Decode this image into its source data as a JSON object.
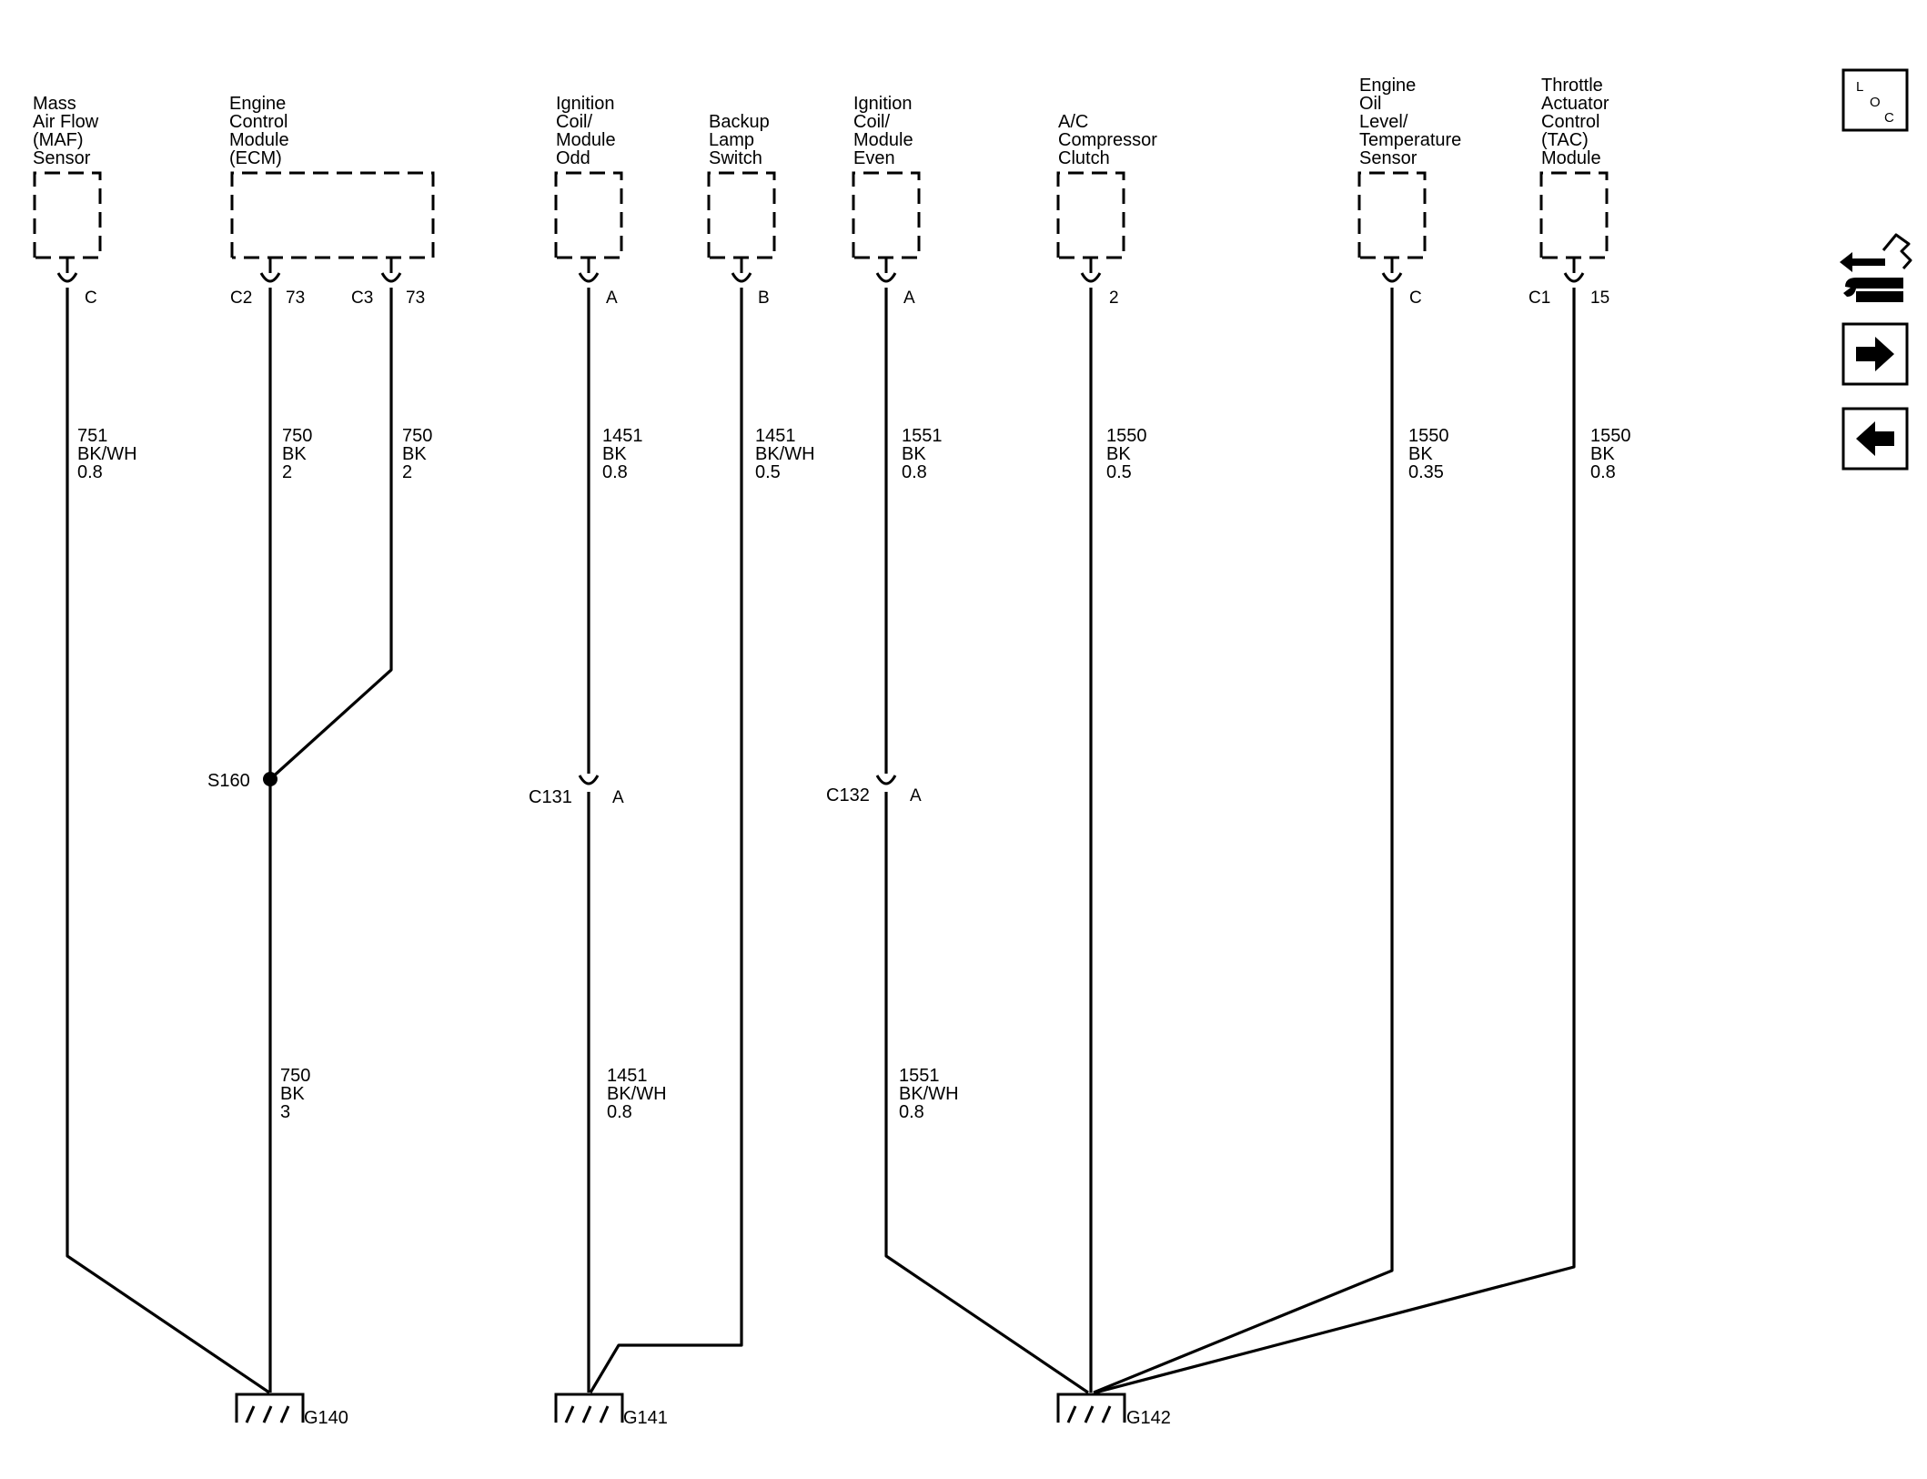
{
  "components": [
    {
      "id": "maf",
      "lines": [
        "Mass",
        "Air Flow",
        "(MAF)",
        "Sensor"
      ]
    },
    {
      "id": "ecm",
      "lines": [
        "Engine",
        "Control",
        "Module",
        "(ECM)"
      ]
    },
    {
      "id": "coil-odd",
      "lines": [
        "Ignition",
        "Coil/",
        "Module",
        "Odd"
      ]
    },
    {
      "id": "backup",
      "lines": [
        "Backup",
        "Lamp",
        "Switch"
      ]
    },
    {
      "id": "coil-even",
      "lines": [
        "Ignition",
        "Coil/",
        "Module",
        "Even"
      ]
    },
    {
      "id": "ac",
      "lines": [
        "A/C",
        "Compressor",
        "Clutch"
      ]
    },
    {
      "id": "oil",
      "lines": [
        "Engine",
        "Oil",
        "Level/",
        "Temperature",
        "Sensor"
      ]
    },
    {
      "id": "tac",
      "lines": [
        "Throttle",
        "Actuator",
        "Control",
        "(TAC)",
        "Module"
      ]
    }
  ],
  "pins": {
    "maf": {
      "pin": "C"
    },
    "ecm_c2": {
      "conn": "C2",
      "pin": "73"
    },
    "ecm_c3": {
      "conn": "C3",
      "pin": "73"
    },
    "coil_odd": {
      "pin": "A"
    },
    "backup": {
      "pin": "B"
    },
    "coil_even": {
      "pin": "A"
    },
    "ac": {
      "pin": "2"
    },
    "oil": {
      "pin": "C"
    },
    "tac": {
      "conn": "C1",
      "pin": "15"
    }
  },
  "wires": [
    {
      "id": "maf",
      "lines": [
        "751",
        "BK/WH",
        "0.8"
      ]
    },
    {
      "id": "ecm-c2",
      "lines": [
        "750",
        "BK",
        "2"
      ]
    },
    {
      "id": "ecm-c3",
      "lines": [
        "750",
        "BK",
        "2"
      ]
    },
    {
      "id": "coil-odd-upper",
      "lines": [
        "1451",
        "BK",
        "0.8"
      ]
    },
    {
      "id": "backup",
      "lines": [
        "1451",
        "BK/WH",
        "0.5"
      ]
    },
    {
      "id": "coil-even-upper",
      "lines": [
        "1551",
        "BK",
        "0.8"
      ]
    },
    {
      "id": "ac",
      "lines": [
        "1550",
        "BK",
        "0.5"
      ]
    },
    {
      "id": "oil",
      "lines": [
        "1550",
        "BK",
        "0.35"
      ]
    },
    {
      "id": "tac",
      "lines": [
        "1550",
        "BK",
        "0.8"
      ]
    },
    {
      "id": "ecm-ground",
      "lines": [
        "750",
        "BK",
        "3"
      ]
    },
    {
      "id": "coil-odd-lower",
      "lines": [
        "1451",
        "BK/WH",
        "0.8"
      ]
    },
    {
      "id": "coil-even-lower",
      "lines": [
        "1551",
        "BK/WH",
        "0.8"
      ]
    }
  ],
  "splice": {
    "label": "S160"
  },
  "inline_connectors": {
    "c131": {
      "label": "C131",
      "pin": "A"
    },
    "c132": {
      "label": "C132",
      "pin": "A"
    }
  },
  "grounds": {
    "g140": "G140",
    "g141": "G141",
    "g142": "G142"
  },
  "side_buttons": {
    "loc_letters": [
      "L",
      "O",
      "C"
    ],
    "icons": [
      "connector-tool-icon",
      "arrow-right-icon",
      "arrow-left-icon"
    ]
  }
}
